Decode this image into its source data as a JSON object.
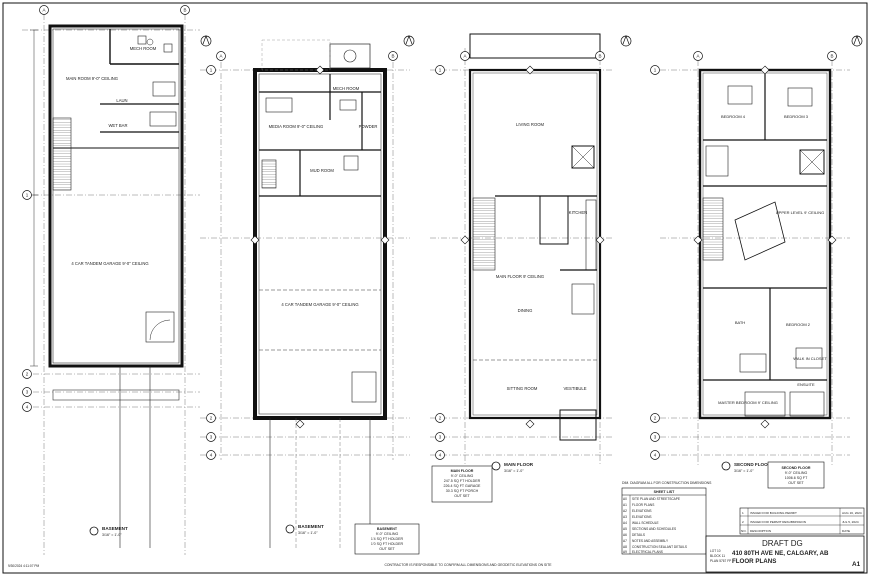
{
  "drawing": {
    "panels": [
      {
        "name": "basement",
        "title": "BASEMENT",
        "scale": "3/16\" = 1'-0\"",
        "rooms": [
          "MECH ROOM",
          "MAIN ROOM 9'-0\" CEILING",
          "LAUN",
          "WET BAR",
          "4 CAR TANDEM GARAGE 9'-0\" CEILING"
        ]
      },
      {
        "name": "main-floor-a",
        "title": "BASEMENT",
        "scale": "3/16\" = 1'-0\"",
        "rooms": [
          "MECH ROOM",
          "MEDIA ROOM 9'-0\" CEILING",
          "POWDER",
          "MUD ROOM",
          "4 CAR TANDEM GARAGE 9'-0\" CEILING"
        ]
      },
      {
        "name": "main-floor",
        "title": "MAIN FLOOR",
        "scale": "3/16\" = 1'-0\"",
        "rooms": [
          "LIVING ROOM",
          "MAIN FLOOR 9' CEILING",
          "DINING",
          "KITCHEN",
          "SITTING ROOM",
          "VESTIBULE"
        ]
      },
      {
        "name": "second-floor",
        "title": "SECOND FLOOR",
        "scale": "3/16\" = 1'-0\"",
        "rooms": [
          "BEDROOM 4",
          "BEDROOM 3",
          "UPPER LEVEL 9' CEILING",
          "BATH",
          "BEDROOM 2",
          "WALK IN CLOSET",
          "MASTER BEDROOM 9' CEILING",
          "ENSUITE"
        ]
      }
    ],
    "area_notes": [
      {
        "name": "basement-area",
        "lines": [
          "BASEMENT",
          "9'-0\" CEILING",
          "1'4 SQ FT HOLDER",
          "1'0 SQ FT HOLDER",
          "OUT SET"
        ]
      },
      {
        "name": "main-floor-area",
        "lines": [
          "MAIN FLOOR",
          "9'-0\" CEILING",
          "247.5 SQ FT HOLDER",
          "226.4 SQ FT GARAGE",
          "30.3 SQ FT PORCH",
          "OUT SET"
        ]
      },
      {
        "name": "second-floor-area",
        "lines": [
          "SECOND FLOOR",
          "9'-0\" CEILING",
          "1006.6 SQ FT",
          "OUT SET"
        ]
      }
    ],
    "grid_labels": [
      "A",
      "B",
      "1",
      "2",
      "3",
      "4"
    ],
    "sheet_index_title": "SHEET LIST",
    "sheet_index": [
      [
        "A0",
        "SITE PLAN AND STREETSCAPE"
      ],
      [
        "A1",
        "FLOOR PLANS"
      ],
      [
        "A2",
        "ELEVATIONS"
      ],
      [
        "A3",
        "ELEVATIONS"
      ],
      [
        "A4",
        "WALL SCHEDULE"
      ],
      [
        "A5",
        "SECTIONS AND SCHEDULES"
      ],
      [
        "A6",
        "DETAILS"
      ],
      [
        "A7",
        "NOTES AND ASSEMBLY"
      ],
      [
        "A8",
        "CONSTRUCTION SEALANT DETAILS"
      ],
      [
        "A9",
        "ELECTRICAL PLANS"
      ]
    ],
    "revisions": [
      [
        "1",
        "ISSUED FOR BUILDING PERMIT",
        "AUG 16, 2024"
      ],
      [
        "2",
        "ISSUED FOR PERMIT RESUBMISSION",
        "JUL 5, 2024"
      ],
      [
        "NO.",
        "DESCRIPTION",
        "DATE"
      ]
    ],
    "title_block": {
      "draft": "DRAFT DG",
      "address": "410 80TH AVE NE, CALGARY, AB",
      "sheet_title": "FLOOR PLANS",
      "sheet_no": "A1",
      "lot_info": [
        "LOT 10",
        "BLOCK 11",
        "PLAN 5767 FP"
      ]
    },
    "footer_note": "CONTRACTOR IS RESPONSIBLE TO CONFIRM ALL DIMENSIONS AND GEODETIC ELEVATIONS ON SITE",
    "print_stamp": "9/30/2024 4:11:07 PM",
    "top_note": "DIM. DIAGRAM ALL FOR CONSTRUCTION DIMENSIONS",
    "colors": {
      "line": "#1a1a1a",
      "draft": "#1a1a1a",
      "accent_red": "#d01818",
      "grid": "#333333"
    }
  }
}
